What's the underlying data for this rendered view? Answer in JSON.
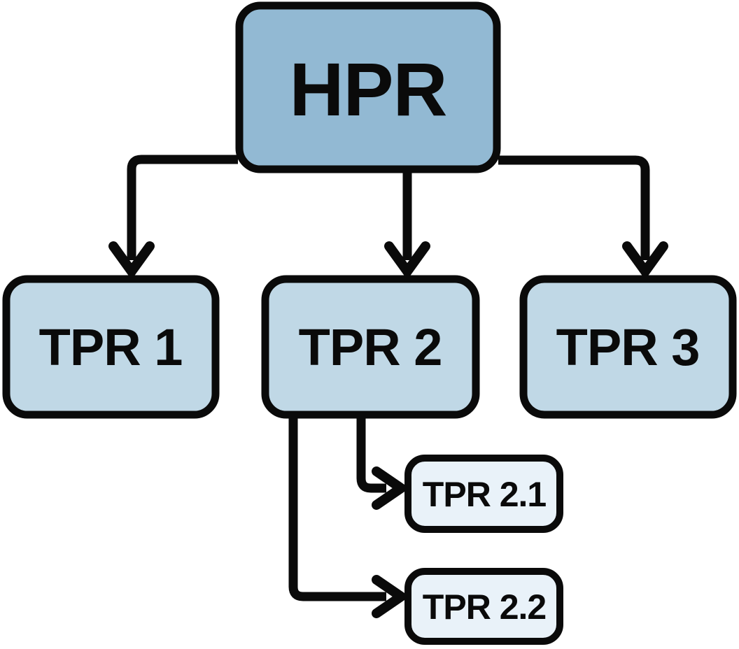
{
  "diagram": {
    "background": "#ffffff",
    "stroke_color": "#0a0a0a",
    "nodes": {
      "hpr": {
        "label": "HPR",
        "fill": "#92b9d3",
        "level": 0
      },
      "tpr1": {
        "label": "TPR 1",
        "fill": "#c0d8e6",
        "level": 1
      },
      "tpr2": {
        "label": "TPR 2",
        "fill": "#c0d8e6",
        "level": 1
      },
      "tpr3": {
        "label": "TPR 3",
        "fill": "#c0d8e6",
        "level": 1
      },
      "tpr21": {
        "label": "TPR 2.1",
        "fill": "#e9f2f9",
        "level": 2
      },
      "tpr22": {
        "label": "TPR 2.2",
        "fill": "#e9f2f9",
        "level": 2
      }
    },
    "edges": [
      {
        "from": "HPR",
        "to": "TPR 1",
        "arrow": "down"
      },
      {
        "from": "HPR",
        "to": "TPR 2",
        "arrow": "down"
      },
      {
        "from": "HPR",
        "to": "TPR 3",
        "arrow": "down"
      },
      {
        "from": "TPR 2",
        "to": "TPR 2.1",
        "arrow": "right"
      },
      {
        "from": "TPR 2",
        "to": "TPR 2.2",
        "arrow": "right"
      }
    ]
  }
}
